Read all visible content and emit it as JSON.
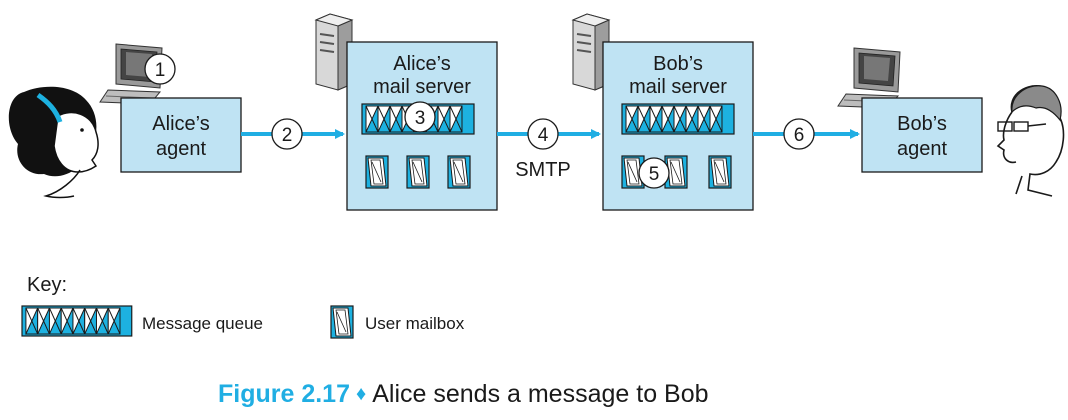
{
  "nodes": {
    "alice_agent": [
      "Alice’s",
      "agent"
    ],
    "alice_server": [
      "Alice’s",
      "mail server"
    ],
    "bob_server": [
      "Bob’s",
      "mail server"
    ],
    "bob_agent": [
      "Bob’s",
      "agent"
    ]
  },
  "steps": [
    "1",
    "2",
    "3",
    "4",
    "5",
    "6"
  ],
  "protocol_label": "SMTP",
  "key": {
    "title": "Key:",
    "message_queue": "Message queue",
    "user_mailbox": "User mailbox"
  },
  "caption": {
    "figure": "Figure 2.17",
    "separator": "♦",
    "text": "Alice sends a message to Bob"
  },
  "colors": {
    "box_fill": "#bfe3f3",
    "arrow": "#20aee3",
    "accent": "#1db1e0"
  }
}
